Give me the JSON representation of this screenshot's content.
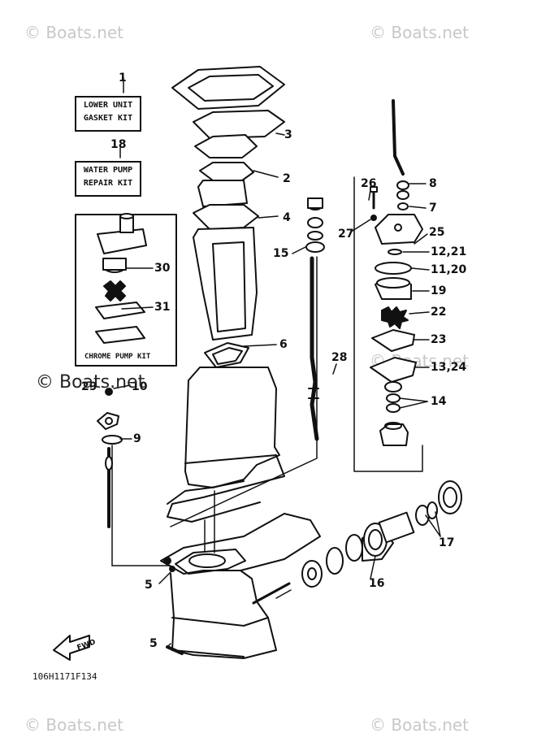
{
  "watermarks": {
    "top_left": "© Boats.net",
    "top_right": "© Boats.net",
    "middle_left": "© Boats.net",
    "middle_right": "© Boats.net",
    "bottom_left": "© Boats.net",
    "bottom_right": "© Boats.net"
  },
  "kits": {
    "lower_unit": {
      "number": "1",
      "line1": "LOWER UNIT",
      "line2": "GASKET KIT"
    },
    "water_pump": {
      "number": "18",
      "line1": "WATER PUMP",
      "line2": "REPAIR KIT"
    },
    "chrome_pump": {
      "label": "CHROME PUMP KIT"
    }
  },
  "callouts": {
    "c2": "2",
    "c3": "3",
    "c4": "4",
    "c5a": "5",
    "c5b": "5",
    "c6": "6",
    "c7": "7",
    "c8": "8",
    "c9": "9",
    "c10": "10",
    "c11": "11,20",
    "c12": "12,21",
    "c13": "13,24",
    "c14": "14",
    "c15": "15",
    "c16": "16",
    "c17": "17",
    "c19": "19",
    "c22": "22",
    "c23": "23",
    "c25": "25",
    "c26": "26",
    "c27": "27",
    "c28": "28",
    "c29": "29",
    "c30": "30",
    "c31": "31"
  },
  "fwd_label": "FWD",
  "diagram_code": "106H1171F134"
}
